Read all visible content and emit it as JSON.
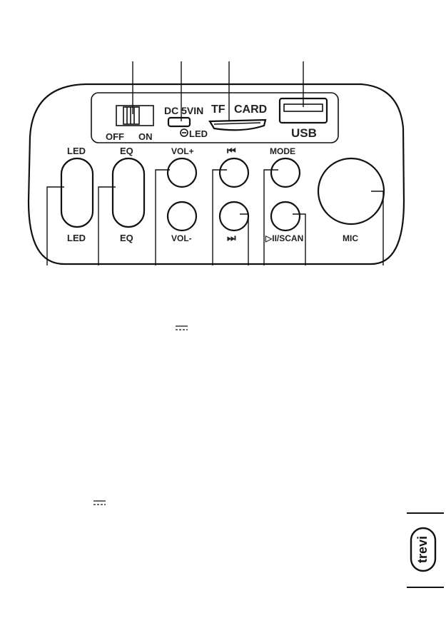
{
  "colors": {
    "ink": "#111111",
    "paper": "#ffffff"
  },
  "top_controls": {
    "switch_off": "OFF",
    "switch_on": "ON",
    "dc_input": "DC 5VIN",
    "led_indicator": "LED",
    "tf_card_tf": "TF",
    "tf_card_card": "CARD",
    "usb": "USB"
  },
  "buttons": {
    "led_top": "LED",
    "led_bottom": "LED",
    "eq_top": "EQ",
    "eq_bottom": "EQ",
    "vol_plus": "VOL+",
    "vol_minus": "VOL-",
    "prev": "⏮",
    "next": "⏭",
    "mode": "MODE",
    "play_scan": "▷II/SCAN",
    "mic": "MIC"
  },
  "icons": {
    "dc_symbol": "dc-current-symbol-icon",
    "led_minus": "minus-circle-icon",
    "brand": "trevi-logo-icon"
  },
  "brand": {
    "logo_text": "trevi"
  }
}
